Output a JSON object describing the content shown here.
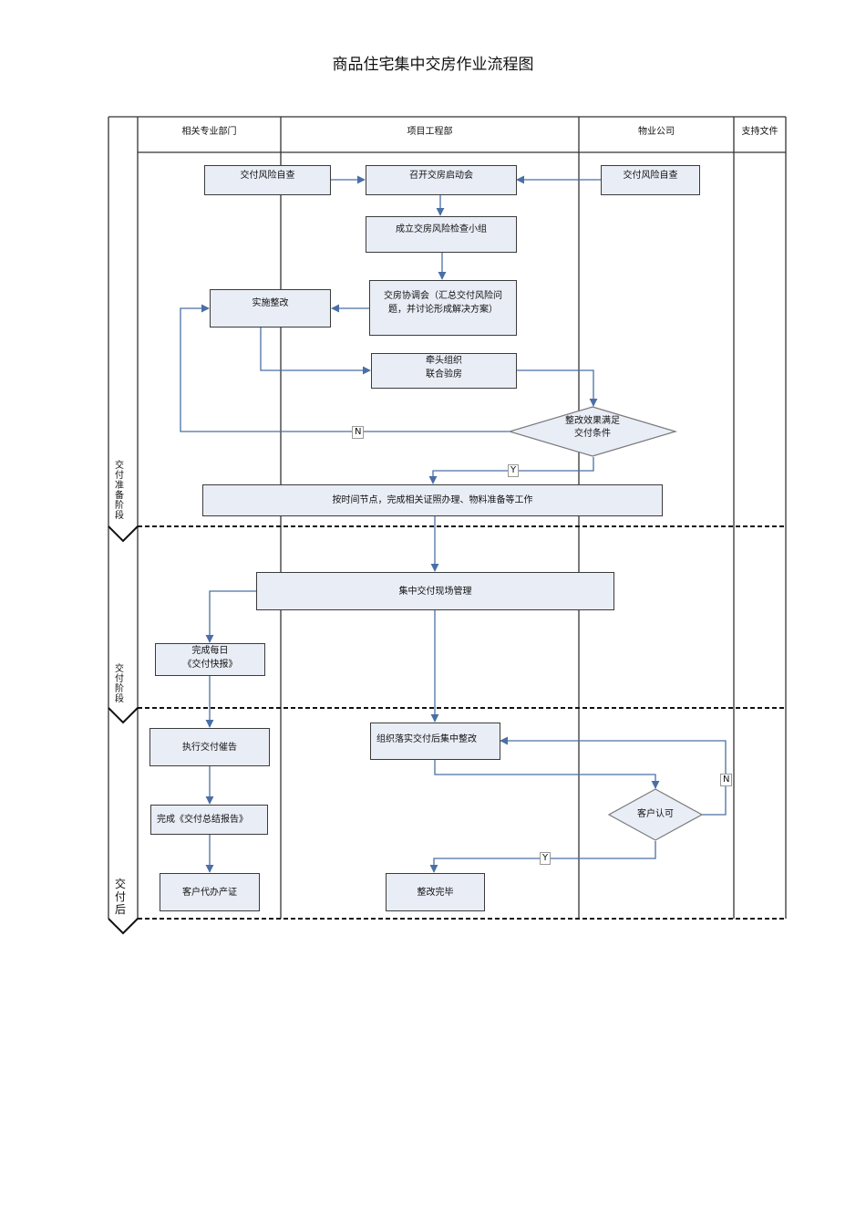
{
  "title": "商品住宅集中交房作业流程图",
  "lanes": {
    "dept": "相关专业部门",
    "engineering": "项目工程部",
    "property": "物业公司",
    "docs": "支持文件"
  },
  "phases": {
    "prep": "交付准备阶段",
    "delivery": "交付阶段",
    "after": "交付后"
  },
  "steps": {
    "dept_risk_check": "交付风险自查",
    "kickoff_meeting": "召开交房启动会",
    "property_risk_check": "交付风险自查",
    "risk_team": "成立交房风险检查小组",
    "coordination_meeting": "交房协调会（汇总交付风险问\n题，并讨论形成解决方案）",
    "rectify": "实施整改",
    "joint_inspection": "牵头组织\n联合验房",
    "rectify_ok": "整改效果满足\n交付条件",
    "prep_work": "按时间节点，完成相关证照办理、物料准备等工作",
    "onsite_mgmt": "集中交付现场管理",
    "daily_report": "完成每日\n《交付快报》",
    "execute_report": "执行交付催告",
    "post_rectify": "组织落实交付后集中整改",
    "customer_ok": "客户认可",
    "summary_report": "完成《交付总结报告》",
    "title_cert": "客户代办产证",
    "rectify_done": "整改完毕"
  },
  "decisions": {
    "no1": "N",
    "yes1": "Y",
    "no2": "N",
    "yes2": "Y"
  }
}
